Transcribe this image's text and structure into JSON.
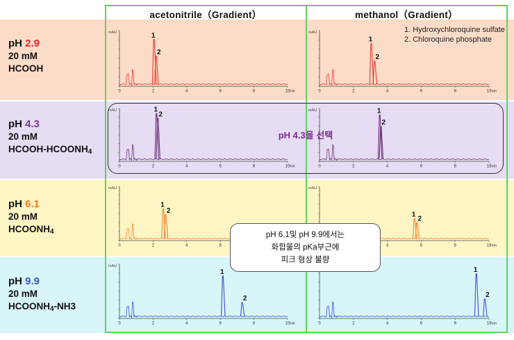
{
  "headers": {
    "left": "acetonitrile（Gradient）",
    "right": "methanol（Gradient）"
  },
  "legend_note": [
    "1.  Hydroxychloroquine sulfate",
    "2.  Chloroquine phosphate"
  ],
  "rows": [
    {
      "ph_prefix": "pH ",
      "ph_value": "2.9",
      "ph_color": "#e8232a",
      "buffer_line1": "20 mM",
      "buffer_line2": "HCOOH",
      "buffer_sub": "",
      "buffer_tail": "",
      "bg": "#fbdcc8",
      "trace_color": "#e83a2e"
    },
    {
      "ph_prefix": "pH ",
      "ph_value": "4.3",
      "ph_color": "#7b3a93",
      "buffer_line1": "20 mM",
      "buffer_line2": "HCOOH-HCOONH",
      "buffer_sub": "4",
      "buffer_tail": "",
      "bg": "#e6dcf3",
      "trace_color": "#6a2c7a"
    },
    {
      "ph_prefix": "pH ",
      "ph_value": "6.1",
      "ph_color": "#ef7a1a",
      "buffer_line1": "20 mM",
      "buffer_line2": "HCOONH",
      "buffer_sub": "4",
      "buffer_tail": "",
      "bg": "#fdf6c4",
      "trace_color": "#f08030"
    },
    {
      "ph_prefix": "pH ",
      "ph_value": "9.9",
      "ph_color": "#3a59c9",
      "buffer_line1": "20 mM",
      "buffer_line2": "HCOONH",
      "buffer_sub": "4",
      "buffer_tail": "-NH3",
      "bg": "#d8f5f7",
      "trace_color": "#3c4fd6"
    }
  ],
  "axis": {
    "y_unit": "mAU",
    "x_unit": "min",
    "x_ticks": [
      "0",
      "2",
      "4",
      "6",
      "8",
      "10"
    ]
  },
  "callout_top": {
    "text": "pH 4.3을 선택",
    "color": "#7b2e8e"
  },
  "callout_bottom": {
    "lines": [
      "pH 6.1및 pH 9.9에서는",
      "화합물의 pKa부근에",
      "피크 형상 불량"
    ]
  },
  "chart_data": [
    {
      "type": "line",
      "row": "pH 2.9",
      "solvent": "acetonitrile",
      "x_range": [
        0,
        10
      ],
      "peaks": [
        {
          "label": "1",
          "x": 2.05,
          "height": 0.88
        },
        {
          "label": "2",
          "x": 2.18,
          "height": 0.55
        }
      ]
    },
    {
      "type": "line",
      "row": "pH 2.9",
      "solvent": "methanol",
      "x_range": [
        0,
        10
      ],
      "peaks": [
        {
          "label": "1",
          "x": 3.05,
          "height": 0.8
        },
        {
          "label": "2",
          "x": 3.25,
          "height": 0.45
        }
      ]
    },
    {
      "type": "line",
      "row": "pH 4.3",
      "solvent": "acetonitrile",
      "x_range": [
        0,
        10
      ],
      "peaks": [
        {
          "label": "1",
          "x": 2.2,
          "height": 0.95
        },
        {
          "label": "2",
          "x": 2.28,
          "height": 0.85
        }
      ]
    },
    {
      "type": "line",
      "row": "pH 4.3",
      "solvent": "methanol",
      "x_range": [
        0,
        10
      ],
      "peaks": [
        {
          "label": "1",
          "x": 3.55,
          "height": 0.92
        },
        {
          "label": "2",
          "x": 3.62,
          "height": 0.68
        }
      ]
    },
    {
      "type": "line",
      "row": "pH 6.1",
      "solvent": "acetonitrile",
      "x_range": [
        0,
        10
      ],
      "peaks": [
        {
          "label": "1",
          "x": 2.6,
          "height": 0.6
        },
        {
          "label": "2",
          "x": 2.75,
          "height": 0.48
        }
      ]
    },
    {
      "type": "line",
      "row": "pH 6.1",
      "solvent": "methanol",
      "x_range": [
        0,
        10
      ],
      "peaks": [
        {
          "label": "1",
          "x": 5.6,
          "height": 0.4
        },
        {
          "label": "2",
          "x": 5.75,
          "height": 0.32
        }
      ]
    },
    {
      "type": "line",
      "row": "pH 9.9",
      "solvent": "acetonitrile",
      "x_range": [
        0,
        10
      ],
      "peaks": [
        {
          "label": "1",
          "x": 6.15,
          "height": 0.82
        },
        {
          "label": "2",
          "x": 7.3,
          "height": 0.28
        }
      ]
    },
    {
      "type": "line",
      "row": "pH 9.9",
      "solvent": "methanol",
      "x_range": [
        0,
        10
      ],
      "peaks": [
        {
          "label": "1",
          "x": 9.25,
          "height": 0.86
        },
        {
          "label": "2",
          "x": 9.75,
          "height": 0.35
        }
      ]
    }
  ]
}
